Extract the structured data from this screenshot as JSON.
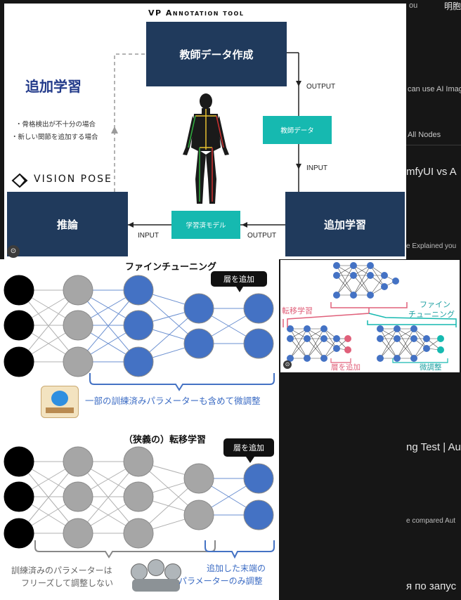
{
  "background": {
    "top_right_labels": [
      "ou",
      "明胞"
    ],
    "snippets": [
      "can use AI Image",
      "All Nodes",
      "mfyUI vs A",
      "e Explained you",
      "ng Test | Au",
      "e compared Aut",
      "я по запус"
    ]
  },
  "diagram1": {
    "title": "VP Annotation tool",
    "box_teacher": "教師データ作成",
    "box_inference": "推論",
    "box_finetune": "追加学習",
    "tag_teacher_data": "教師データ",
    "tag_trained_model": "学習済モデル",
    "output_top": "OUTPUT",
    "input_right": "INPUT",
    "output_bottom": "OUTPUT",
    "input_bottom": "INPUT",
    "side_title": "追加学習",
    "bullets": [
      "・骨格検出が不十分の場合",
      "・新しい関節を追加する場合"
    ],
    "logo_text": "VISION POSE"
  },
  "diagram2": {
    "finetune_title": "ファインチューニング",
    "add_layer_bubble": "層を追加",
    "finetune_caption": "一部の訓練済みパラメーターも含めて微調整",
    "transfer_title": "（狭義の）転移学習",
    "add_layer_bubble2": "層を追加",
    "frozen_caption": [
      "訓練済みのパラメーターは",
      "フリーズして調整しない"
    ],
    "added_caption": [
      "追加した末端の",
      "パラメーターのみ調整"
    ]
  },
  "diagram3": {
    "transfer_label": "転移学習",
    "finetune_label": [
      "ファイン",
      "チューニング"
    ],
    "add_layer_label": "層を追加",
    "fine_adjust_label": "微調整"
  },
  "colors": {
    "navy": "#203a5c",
    "teal": "#16b9b0",
    "node_blue": "#4472c4",
    "node_gray": "#a6a6a6",
    "pink": "#e0607a"
  }
}
